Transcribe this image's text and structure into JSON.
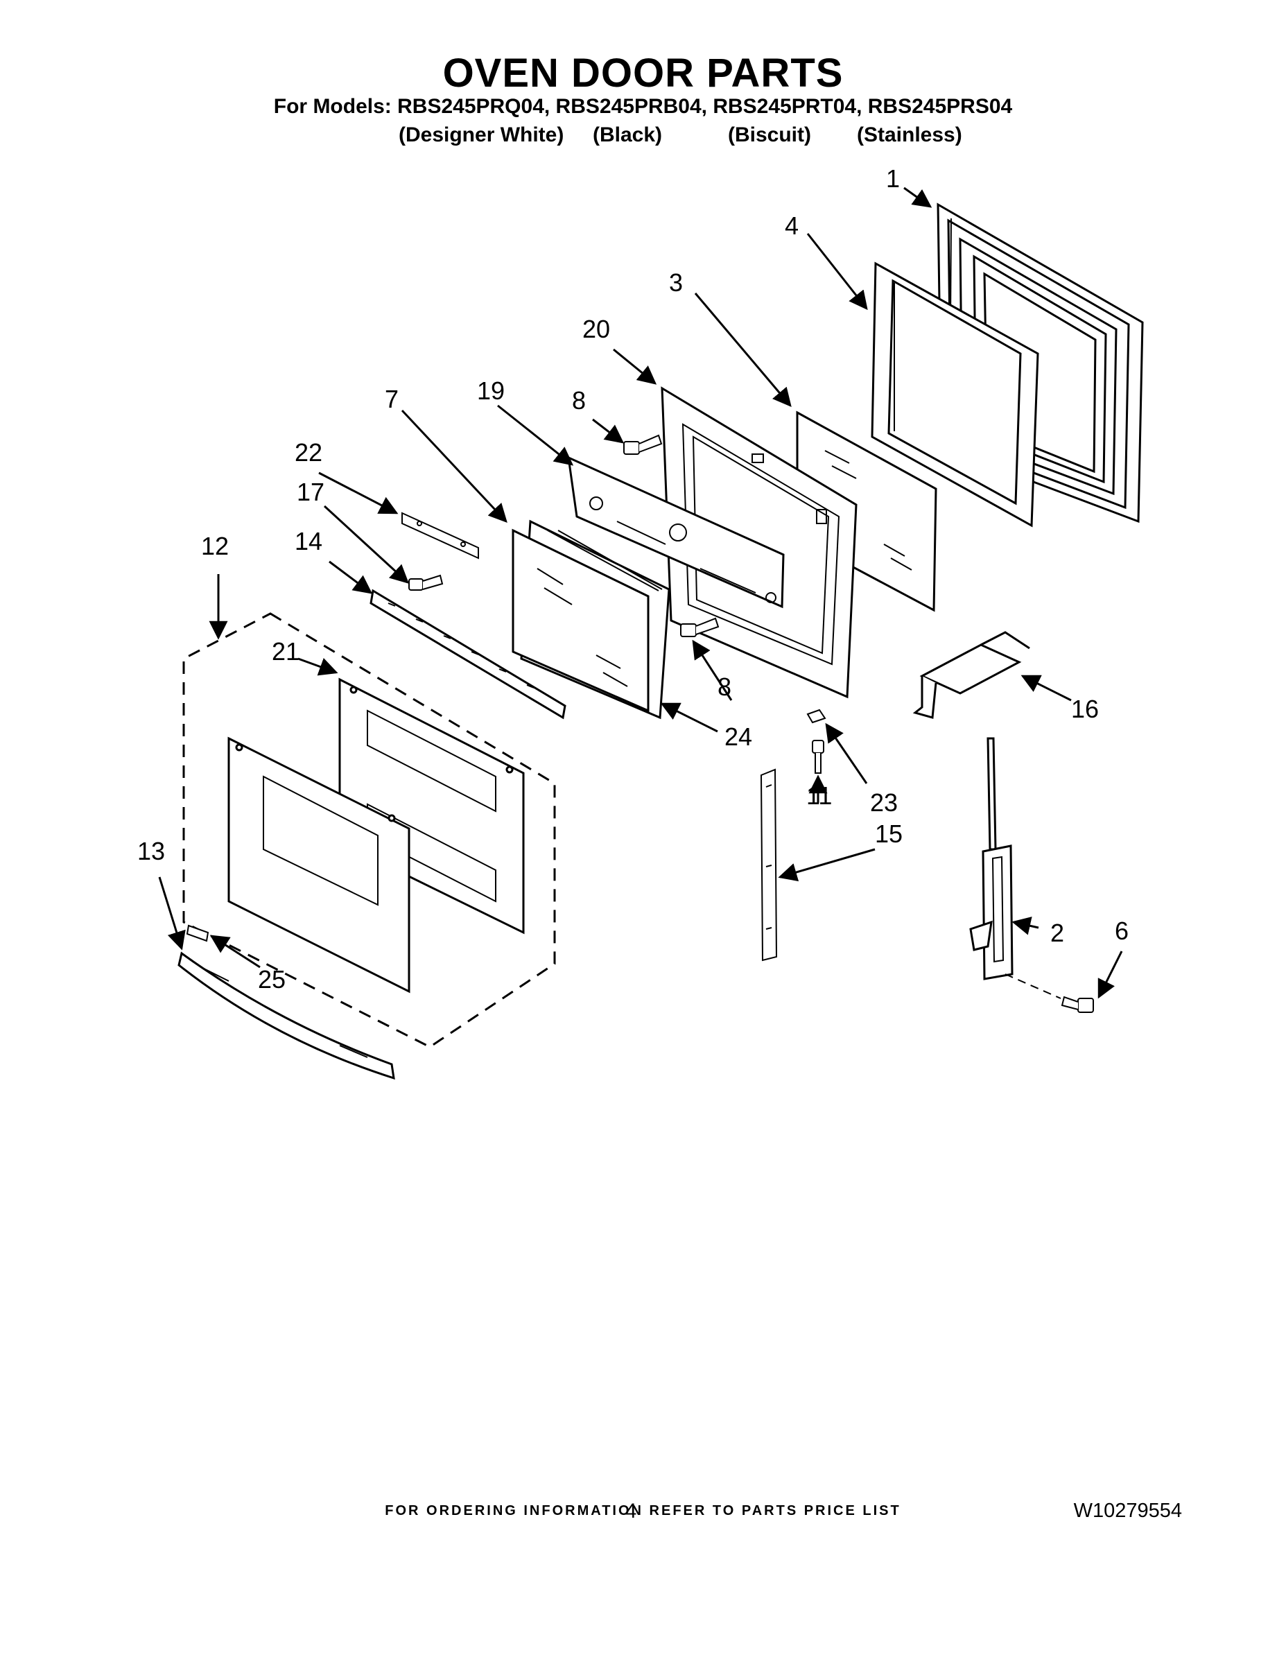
{
  "header": {
    "title": "OVEN DOOR PARTS",
    "models_line": "For Models: RBS245PRQ04, RBS245PRB04, RBS245PRT04, RBS245PRS04",
    "colors": [
      "(Designer White)",
      "(Black)",
      "(Biscuit)",
      "(Stainless)"
    ]
  },
  "callouts": {
    "c1": "1",
    "c2": "2",
    "c3": "3",
    "c4": "4",
    "c6": "6",
    "c7": "7",
    "c8a": "8",
    "c8b": "8",
    "c11": "11",
    "c12": "12",
    "c13": "13",
    "c14": "14",
    "c15": "15",
    "c16": "16",
    "c17": "17",
    "c19": "19",
    "c20": "20",
    "c21": "21",
    "c22": "22",
    "c23": "23",
    "c24": "24",
    "c25": "25"
  },
  "footer": {
    "note": "FOR ORDERING INFORMATION REFER TO PARTS PRICE LIST",
    "page_number": "4",
    "doc_number": "W10279554"
  },
  "colors": {
    "line": "#000000",
    "background": "#ffffff"
  }
}
